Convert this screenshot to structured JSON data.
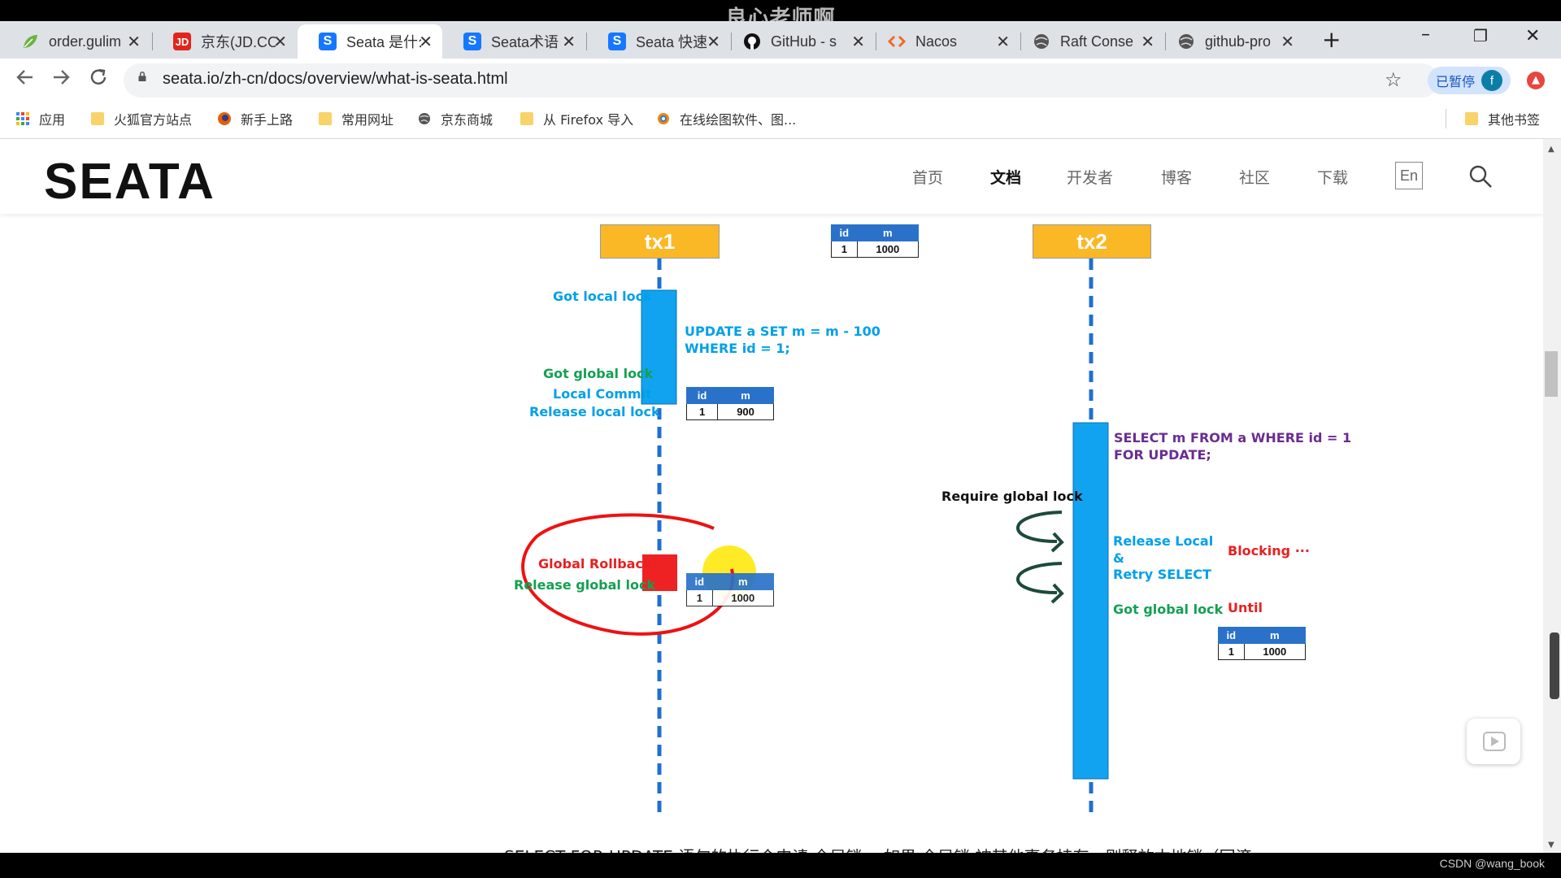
{
  "watermark": "良心老师啊",
  "tabs": [
    {
      "title": "order.gulim",
      "icon": "leaf-icon",
      "icon_color": "#6db33f"
    },
    {
      "title": "京东(JD.COM",
      "icon": "jd-icon",
      "icon_color": "#e1251b",
      "icon_text": "JD"
    },
    {
      "title": "Seata 是什么",
      "icon": "seata-icon",
      "icon_color": "#1677ff",
      "icon_text": "S",
      "active": true
    },
    {
      "title": "Seata术语",
      "icon": "seata-icon",
      "icon_color": "#1677ff",
      "icon_text": "S"
    },
    {
      "title": "Seata 快速",
      "icon": "seata-icon",
      "icon_color": "#1677ff",
      "icon_text": "S"
    },
    {
      "title": "GitHub - s",
      "icon": "github-icon",
      "icon_color": "#111111"
    },
    {
      "title": "Nacos",
      "icon": "nacos-icon",
      "icon_color": "#f06a2a"
    },
    {
      "title": "Raft Conse",
      "icon": "globe-icon",
      "icon_color": "#555555"
    },
    {
      "title": "github-pro",
      "icon": "globe-icon",
      "icon_color": "#555555"
    }
  ],
  "new_tab": "+",
  "window": {
    "minimize": "–",
    "restore": "❐",
    "close": "✕"
  },
  "address": {
    "url": "seata.io/zh-cn/docs/overview/what-is-seata.html"
  },
  "profile": {
    "paused_label": "已暂停",
    "avatar_letter": "f"
  },
  "bookmarks": [
    {
      "label": "应用",
      "icon": "apps-grid-icon"
    },
    {
      "label": "火狐官方站点",
      "icon": "folder-icon"
    },
    {
      "label": "新手上路",
      "icon": "firefox-icon"
    },
    {
      "label": "常用网址",
      "icon": "folder-icon"
    },
    {
      "label": "京东商城",
      "icon": "globe-icon"
    },
    {
      "label": "从 Firefox 导入",
      "icon": "folder-icon"
    },
    {
      "label": "在线绘图软件、图...",
      "icon": "drawio-icon"
    },
    {
      "label": "其他书签",
      "icon": "folder-icon"
    }
  ],
  "site": {
    "logo": "SEATA",
    "nav": [
      "首页",
      "文档",
      "开发者",
      "博客",
      "社区",
      "下载"
    ],
    "active_nav": "文档",
    "lang": "En"
  },
  "diagram": {
    "tx1": "tx1",
    "tx2": "tx2",
    "table_header": {
      "id": "id",
      "m": "m"
    },
    "table_top": {
      "id": "1",
      "m": "1000"
    },
    "table_tx1_after": {
      "id": "1",
      "m": "900"
    },
    "table_tx1_rollback": {
      "id": "1",
      "m": "1000"
    },
    "table_tx2": {
      "id": "1",
      "m": "1000"
    },
    "tx1_labels": {
      "got_local_lock": "Got local lock",
      "got_global_lock": "Got global lock",
      "local_commit": "Local Commit",
      "release_local_lock": "Release local lock",
      "global_rollback": "Global Rollback",
      "release_global_lock": "Release global lock"
    },
    "tx1_sql": [
      "UPDATE a SET m = m - 100",
      "WHERE id = 1;"
    ],
    "tx2_sql": [
      "SELECT m FROM a WHERE id = 1",
      "FOR UPDATE;"
    ],
    "tx2_labels": {
      "require_global_lock": "Require global lock",
      "release_local": "Release Local",
      "amp": "&",
      "retry_select": "Retry SELECT",
      "blocking": "Blocking ···",
      "got_global_lock": "Got global lock",
      "until": "Until"
    },
    "colors": {
      "cyan": "#00a0e9",
      "green": "#13a052",
      "red": "#e8201f",
      "purple": "#6a2c91",
      "dash": "#1f6fd1",
      "bar": "#12a3f0",
      "tx": "#fbb826"
    }
  },
  "footer_text": "SELECT FOR UPDATE 语句的执行会申请 全局锁 ，如果 全局锁 被其他事务持有，则释放本地锁（回滚",
  "csdn": "CSDN @wang_book"
}
